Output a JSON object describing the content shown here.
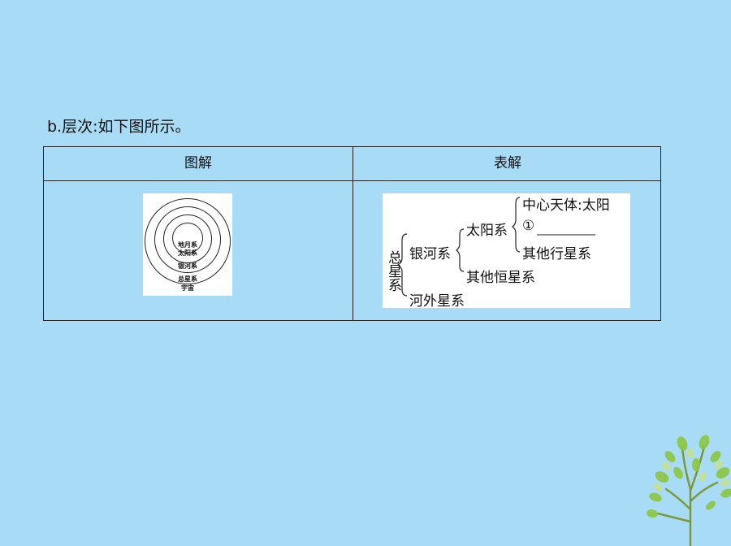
{
  "heading": "b.层次:如下图所示。",
  "table": {
    "col_left": "图解",
    "col_right": "表解"
  },
  "circle_diagram": {
    "labels": [
      "地月系",
      "太阳系",
      "银河系",
      "总星系",
      "宇宙"
    ]
  },
  "hierarchy": {
    "root": "总星系",
    "galaxy": "银河系",
    "solar_system": "太阳系",
    "center": "中心天体:太阳",
    "blank": "①",
    "other_planets": "其他行星系",
    "other_stars": "其他恒星系",
    "extragalactic": "河外星系"
  },
  "colors": {
    "background": "#a8dcf6",
    "tree_leaves": "#8cc63f"
  }
}
